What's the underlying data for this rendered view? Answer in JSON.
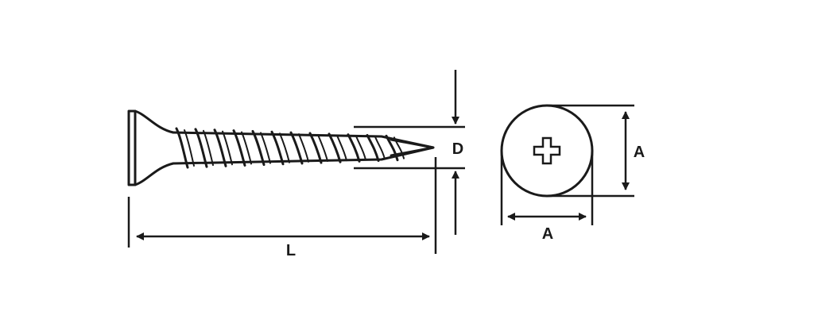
{
  "labels": {
    "length": "L",
    "thread_diameter": "D",
    "head_diameter_vertical": "A",
    "head_diameter_horizontal": "A"
  },
  "colors": {
    "ink": "#1a1a1a",
    "background": "#ffffff"
  },
  "figures": {
    "side_view": "screen-side-view",
    "top_view": "screen-head-top-view"
  }
}
